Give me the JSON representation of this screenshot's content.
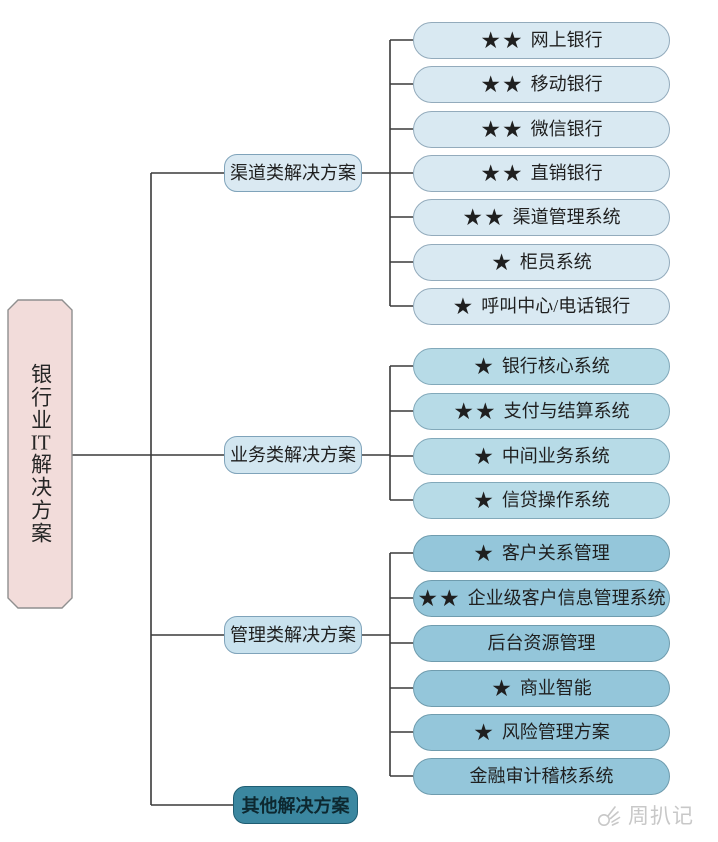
{
  "diagram_title": "银行业IT解决方案",
  "root": {
    "title": "银行业IT解决方案",
    "title_parts": [
      "银行业",
      "IT",
      "解决方案"
    ],
    "fill": "#f2dcda",
    "border": "#8f8f8f",
    "text_color": "#262626"
  },
  "line_color": "#3a3a3a",
  "groups": [
    {
      "label": "渠道类解决方案",
      "name": "channel-solutions",
      "cat_fill": "#dae9f2",
      "leaf_fill": "#d9e9f2",
      "leaf_border": "#93abbc",
      "items": [
        {
          "stars_text": "★★",
          "label": "网上银行"
        },
        {
          "stars_text": "★★",
          "label": "移动银行"
        },
        {
          "stars_text": "★★",
          "label": "微信银行"
        },
        {
          "stars_text": "★★",
          "label": "直销银行"
        },
        {
          "stars_text": "★★",
          "label": "渠道管理系统"
        },
        {
          "stars_text": "★",
          "label": "柜员系统"
        },
        {
          "stars_text": "★",
          "label": "呼叫中心/电话银行"
        }
      ]
    },
    {
      "label": "业务类解决方案",
      "name": "business-solutions",
      "cat_fill": "#d2e6f0",
      "leaf_fill": "#b7dbe7",
      "leaf_border": "#82a9ba",
      "items": [
        {
          "stars_text": "★",
          "label": "银行核心系统"
        },
        {
          "stars_text": "★★",
          "label": "支付与结算系统"
        },
        {
          "stars_text": "★",
          "label": "中间业务系统"
        },
        {
          "stars_text": "★",
          "label": "信贷操作系统"
        }
      ]
    },
    {
      "label": "管理类解决方案",
      "name": "management-solutions",
      "cat_fill": "#c9e2ee",
      "leaf_fill": "#94c6da",
      "leaf_border": "#6f9cae",
      "items": [
        {
          "stars_text": "★",
          "label": "客户关系管理"
        },
        {
          "stars_text": "★★",
          "label": "企业级客户信息管理系统"
        },
        {
          "stars_text": "",
          "label": "后台资源管理"
        },
        {
          "stars_text": "★",
          "label": "商业智能"
        },
        {
          "stars_text": "★",
          "label": "风险管理方案"
        },
        {
          "stars_text": "",
          "label": "金融审计稽核系统"
        }
      ]
    }
  ],
  "other": {
    "label": "其他解决方案",
    "fill": "#3b87a0",
    "border": "#1f5d72",
    "text_color": "#0d2830"
  },
  "watermark": {
    "label": "周扒记",
    "icon": "ok-hand-icon",
    "color": "#c8c8c8"
  }
}
